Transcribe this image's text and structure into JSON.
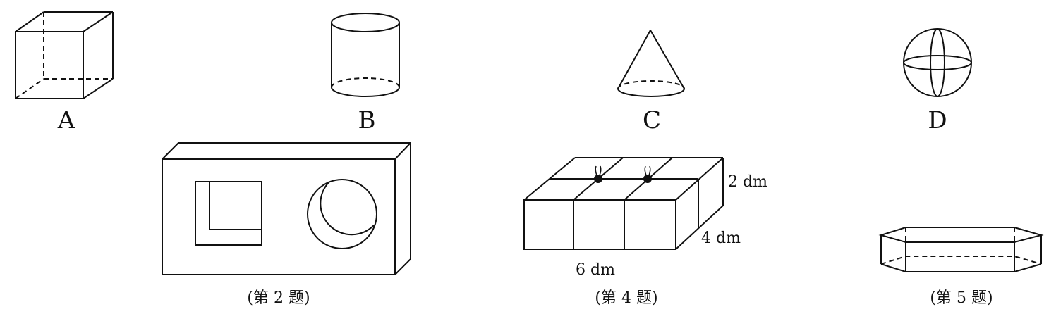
{
  "labels": {
    "a": "A",
    "b": "B",
    "c": "C",
    "d": "D"
  },
  "captions": {
    "q2": "(第 2 题)",
    "q4": "(第 4 题)",
    "q5": "(第 5 题)"
  },
  "dimensions": {
    "height": "2 dm",
    "width": "4 dm",
    "length": "6 dm"
  }
}
